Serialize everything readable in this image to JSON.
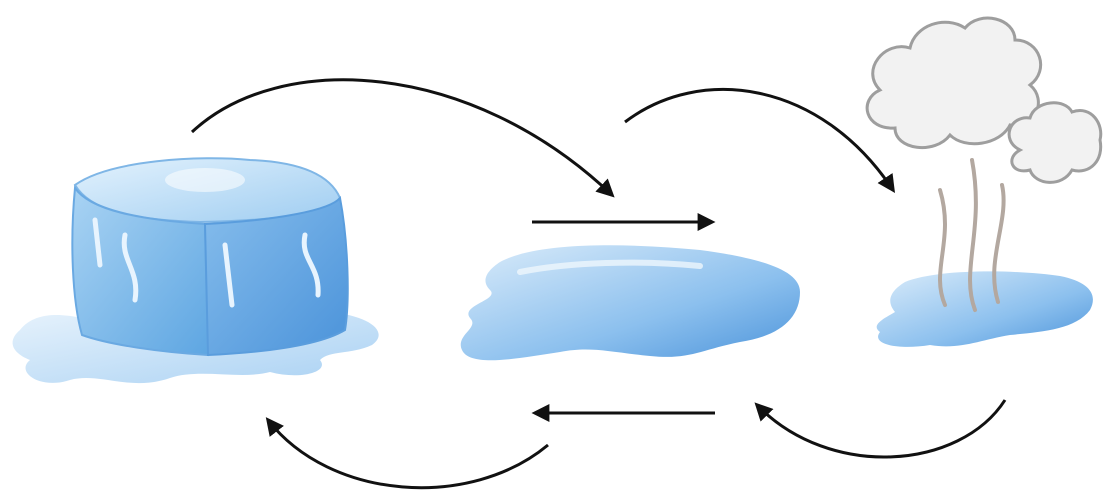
{
  "diagram": {
    "states": [
      {
        "id": "solid",
        "icon": "ice-cube-icon"
      },
      {
        "id": "liquid",
        "icon": "water-puddle-icon"
      },
      {
        "id": "gas",
        "icon": "steam-cloud-icon"
      }
    ],
    "transitions": [
      {
        "from": "solid",
        "to": "liquid",
        "style": "curved"
      },
      {
        "from": "liquid",
        "to": "gas",
        "style": "curved"
      },
      {
        "from": "solid",
        "to": "liquid",
        "style": "straight"
      },
      {
        "from": "liquid",
        "to": "solid",
        "style": "straight"
      },
      {
        "from": "gas",
        "to": "liquid",
        "style": "curved"
      },
      {
        "from": "liquid",
        "to": "solid",
        "style": "curved"
      }
    ]
  },
  "colors": {
    "ice_light": "#d6ebfb",
    "ice_mid": "#8cc4ef",
    "ice_dark": "#3f8fd8",
    "water_light": "#cfe5f8",
    "water_mid": "#7db5ea",
    "water_dark": "#4b93da",
    "cloud_fill": "#f2f2f2",
    "cloud_stroke": "#9e9e9e",
    "steam": "#b3a8a0",
    "arrow": "#111111"
  }
}
